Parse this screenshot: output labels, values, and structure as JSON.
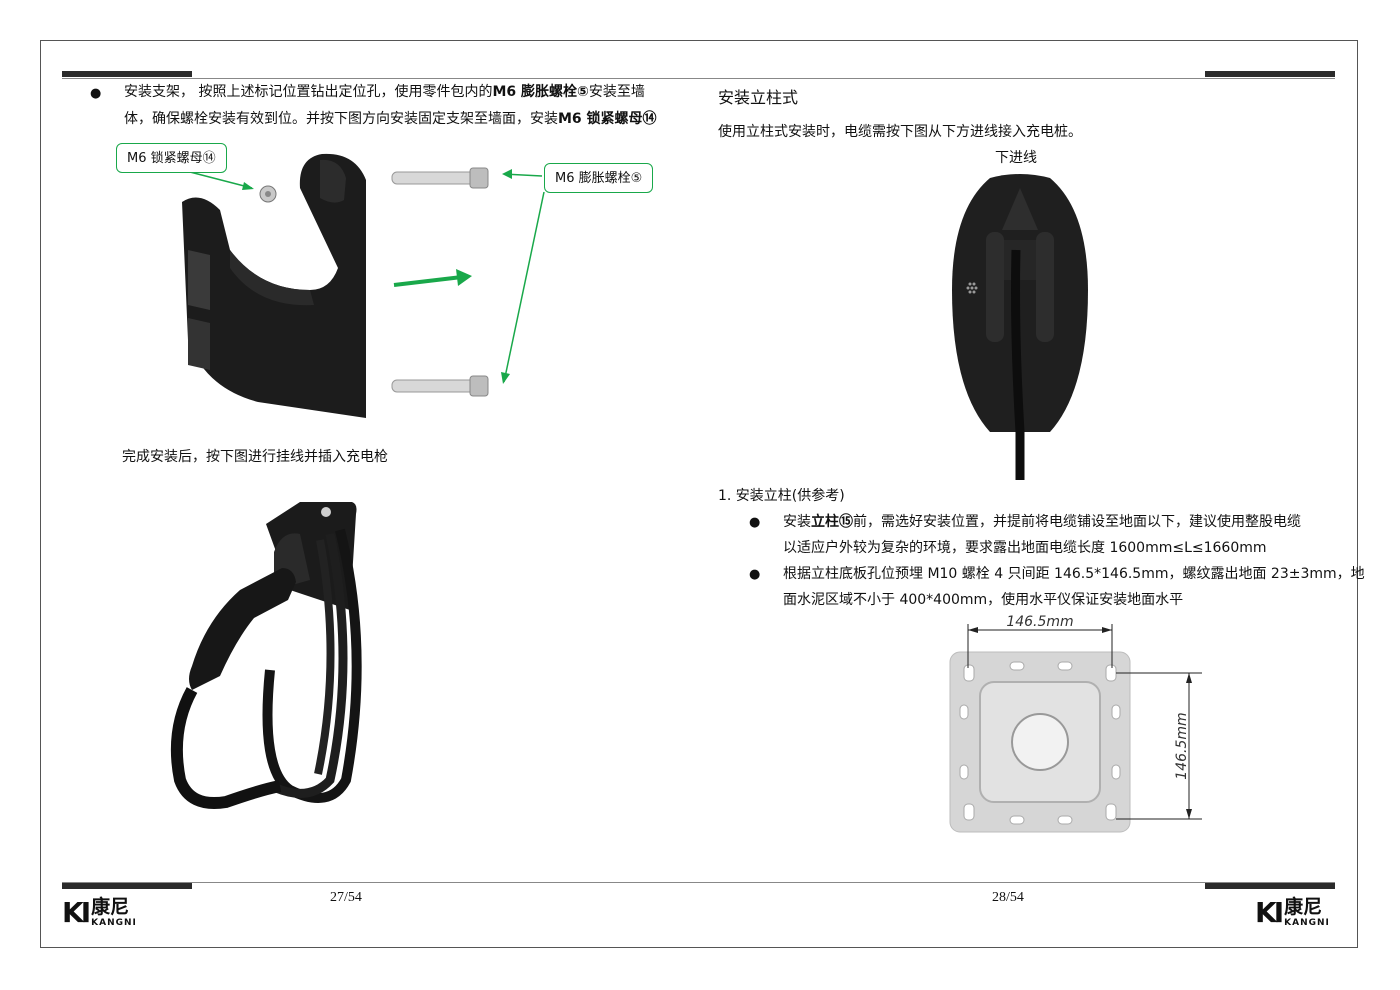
{
  "left_page": {
    "bullet1": {
      "line1_a": "安装支架，  按照上述标记位置钻出定位孔，使用零件包内的",
      "line1_b": "M6 膨胀螺栓⑤",
      "line1_c": "安装至墙",
      "line2_a": "体，确保螺栓安装有效到位。并按下图方向安装固定支架至墙面，安装",
      "line2_b": "M6 锁紧螺母⑭"
    },
    "callout_nut": "M6 锁紧螺母⑭",
    "callout_bolt": "M6 膨胀螺栓⑤",
    "caption2": "完成安装后，按下图进行挂线并插入充电枪",
    "page_number": "27/54"
  },
  "right_page": {
    "title": "安装立柱式",
    "intro": "使用立柱式安装时，电缆需按下图从下方进线接入充电桩。",
    "image_label": "下进线",
    "step1": "1.   安装立柱(供参考)",
    "bullet1": {
      "line1_a": "安装",
      "line1_b": "立柱⑮",
      "line1_c": "前，需选好安装位置，并提前将电缆铺设至地面以下，建议使用整股电缆",
      "line2": "以适应户外较为复杂的环境，要求露出地面电缆长度 1600mm≤L≤1660mm"
    },
    "bullet2": {
      "line1": "根据立柱底板孔位预埋 M10 螺栓 4 只间距 146.5*146.5mm，螺纹露出地面 23±3mm，地",
      "line2": "面水泥区域不小于 400*400mm，使用水平仪保证安装地面水平"
    },
    "dim_horizontal": "146.5mm",
    "dim_vertical": "146.5mm",
    "page_number": "28/54"
  },
  "brand": {
    "mark": "KI",
    "cn": "康尼",
    "en": "KANGNI"
  },
  "colors": {
    "callout_green": "#19a84a",
    "rule_dark": "#2b2b2b"
  }
}
